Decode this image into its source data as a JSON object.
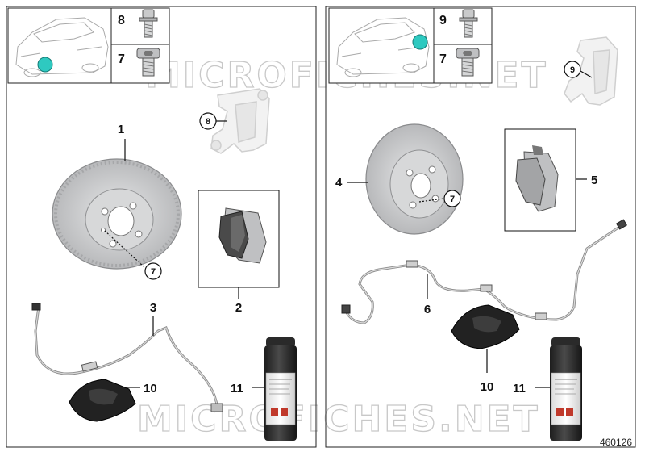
{
  "diagram_number": "460126",
  "watermark": "MICROFICHES.NET",
  "left_panel": {
    "inset_top_number": "8",
    "inset_bottom_number": "7",
    "callouts": {
      "disc": "1",
      "pads": "2",
      "sensor": "3",
      "carrier_circle": "8",
      "screw_circle": "7",
      "paste_pad": "10",
      "spray_can": "11"
    }
  },
  "right_panel": {
    "inset_top_number": "9",
    "inset_bottom_number": "7",
    "callouts": {
      "disc": "4",
      "pads": "5",
      "sensor": "6",
      "carrier_circle": "9",
      "screw_circle": "7",
      "paste_pad": "10",
      "spray_can": "11"
    }
  },
  "colors": {
    "highlight_wheel": "#2ec9c0",
    "part_gray": "#c9cacb",
    "line": "#111111"
  }
}
